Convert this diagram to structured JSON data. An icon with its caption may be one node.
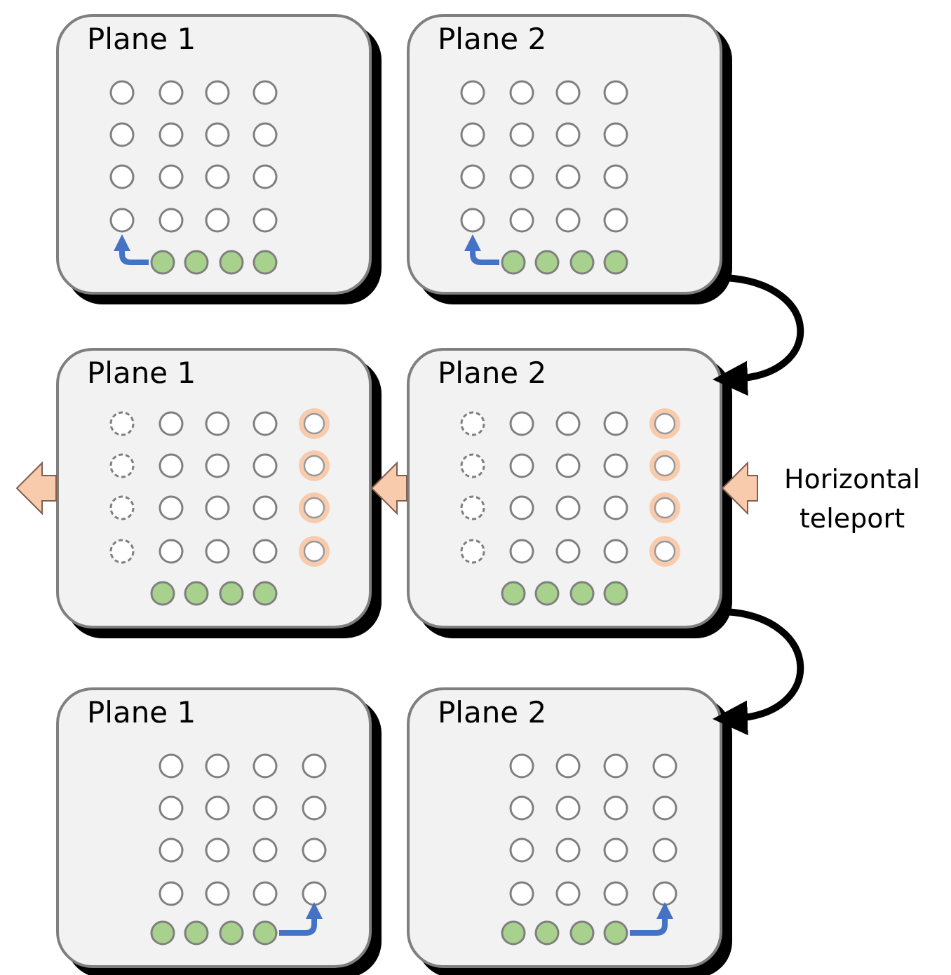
{
  "diagram": {
    "nodes": [
      {
        "text": [
          "Plane 1"
        ]
      },
      {
        "text": [
          "Plane 2"
        ]
      },
      {
        "text": [
          "Plane 1"
        ]
      },
      {
        "text": [
          "Plane 2"
        ]
      },
      {
        "text": [
          "Plane 1"
        ]
      },
      {
        "text": [
          "Plane 2"
        ]
      }
    ],
    "edges": [
      {
        "from": 1,
        "to": 3,
        "arrow": "to"
      },
      {
        "from": null,
        "to": 3,
        "arrow": "to",
        "label": "Horizontal teleport"
      },
      {
        "from": 3,
        "to": 2,
        "arrow": "to"
      },
      {
        "from": 2,
        "to": null,
        "arrow": "to"
      },
      {
        "from": 3,
        "to": 5,
        "arrow": "to"
      }
    ]
  }
}
